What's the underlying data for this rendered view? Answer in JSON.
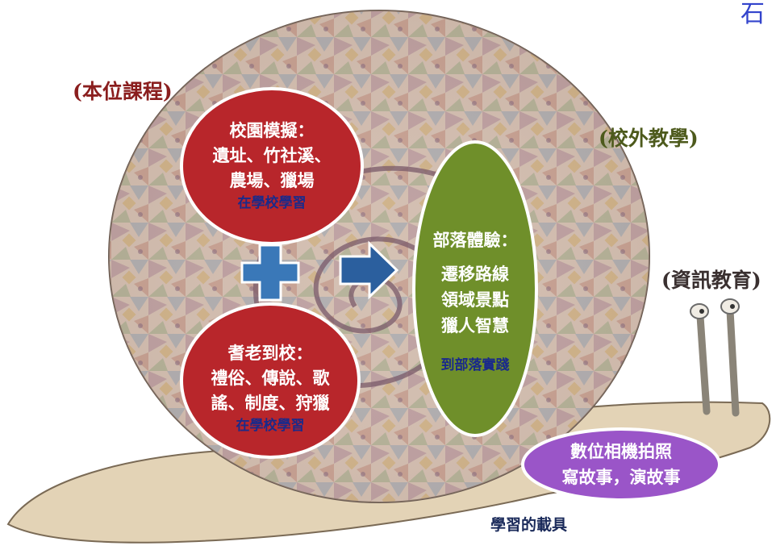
{
  "corner_text": "石",
  "labels": {
    "core_curriculum": "(本位課程)",
    "offcampus": "(校外教學)",
    "it_education": "(資訊教育)",
    "carrier": "學習的載具"
  },
  "ovals": {
    "campus_sim": {
      "title": "校園模擬：",
      "line1": "遺址、竹社溪、",
      "line2": "農場、獵場",
      "sub": "在學校學習"
    },
    "elders": {
      "title": "耆老到校：",
      "line1": "禮俗、傳說、歌",
      "line2": "謠、制度、狩獵",
      "sub": "在學校學習"
    },
    "tribe": {
      "title": "部落體驗：",
      "line1": "遷移路線",
      "line2": "領域景點",
      "line3": "獵人智慧",
      "sub": "到部落實踐"
    },
    "camera": {
      "line1": "數位相機拍照",
      "line2": "寫故事，演故事"
    }
  },
  "colors": {
    "red_oval": "#b8262b",
    "green_oval": "#6f8f2a",
    "purple_oval": "#9a55c8",
    "blue_symbol": "#2b5f9e",
    "label_red": "#8a1e1e",
    "label_green": "#4d5a1c",
    "label_dark": "#3a3030",
    "sub_text": "#1a2a8a"
  }
}
